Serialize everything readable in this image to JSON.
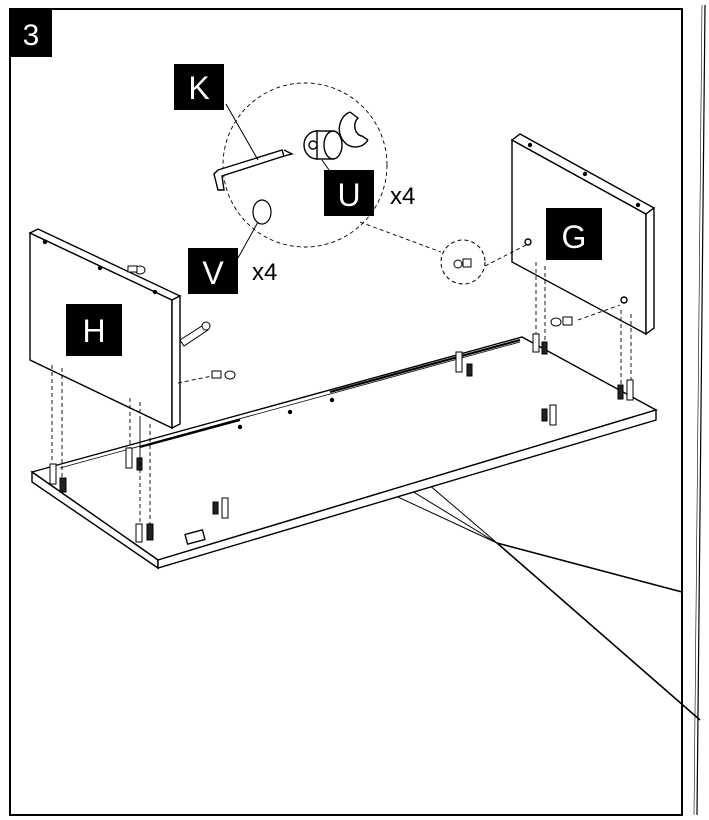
{
  "step": {
    "number": "3"
  },
  "parts": {
    "K": {
      "letter": "K"
    },
    "U": {
      "letter": "U",
      "qty": "x4"
    },
    "V": {
      "letter": "V",
      "qty": "x4"
    },
    "G": {
      "letter": "G"
    },
    "H": {
      "letter": "H"
    }
  }
}
